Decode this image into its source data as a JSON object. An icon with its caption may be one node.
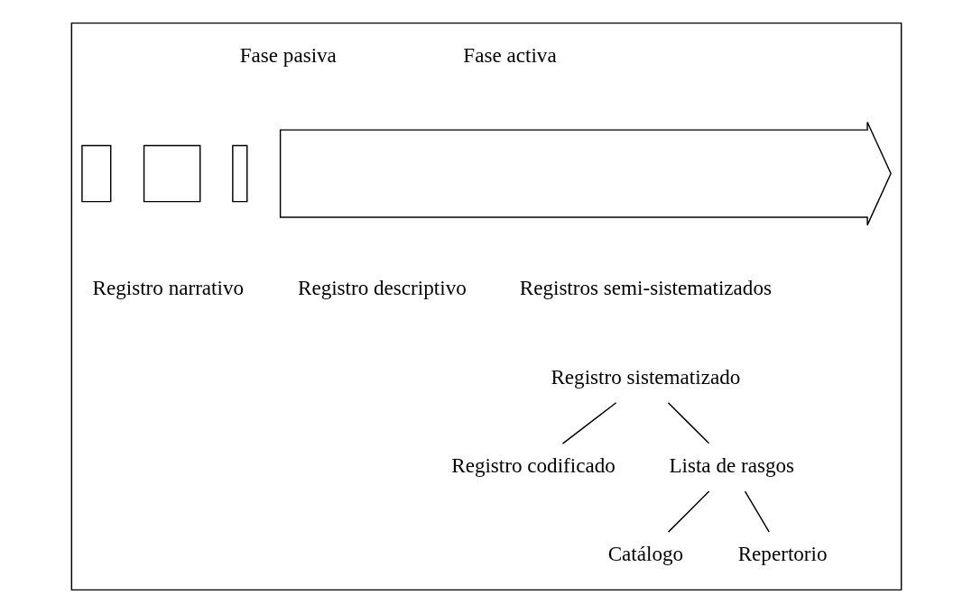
{
  "diagram": {
    "nodes": [
      {
        "text": [],
        "shape": "box"
      },
      {
        "text": [],
        "shape": "box",
        "in": 0
      },
      {
        "text": [],
        "shape": "box",
        "in": 0
      },
      {
        "text": [],
        "shape": "box",
        "in": 0
      },
      {
        "text": [],
        "shape": "arrow",
        "in": 0
      },
      {
        "text": [
          "Registro sistematizado"
        ],
        "in": 0
      },
      {
        "text": [
          "Registro codificado"
        ],
        "in": 0
      },
      {
        "text": [
          "Lista de rasgos"
        ],
        "in": 0
      },
      {
        "text": [
          "Catálogo"
        ],
        "in": 0
      },
      {
        "text": [
          "Repertorio"
        ],
        "in": 0
      }
    ],
    "edges": [
      {
        "from": 5,
        "to": 6,
        "arrow": "none"
      },
      {
        "from": 5,
        "to": 7,
        "arrow": "none"
      },
      {
        "from": 7,
        "to": 8,
        "arrow": "none"
      },
      {
        "from": 7,
        "to": 9,
        "arrow": "none"
      }
    ],
    "labels": [
      "Fase pasiva",
      "Fase activa",
      "Registro narrativo",
      "Registro descriptivo",
      "Registros semi-sistematizados"
    ]
  }
}
